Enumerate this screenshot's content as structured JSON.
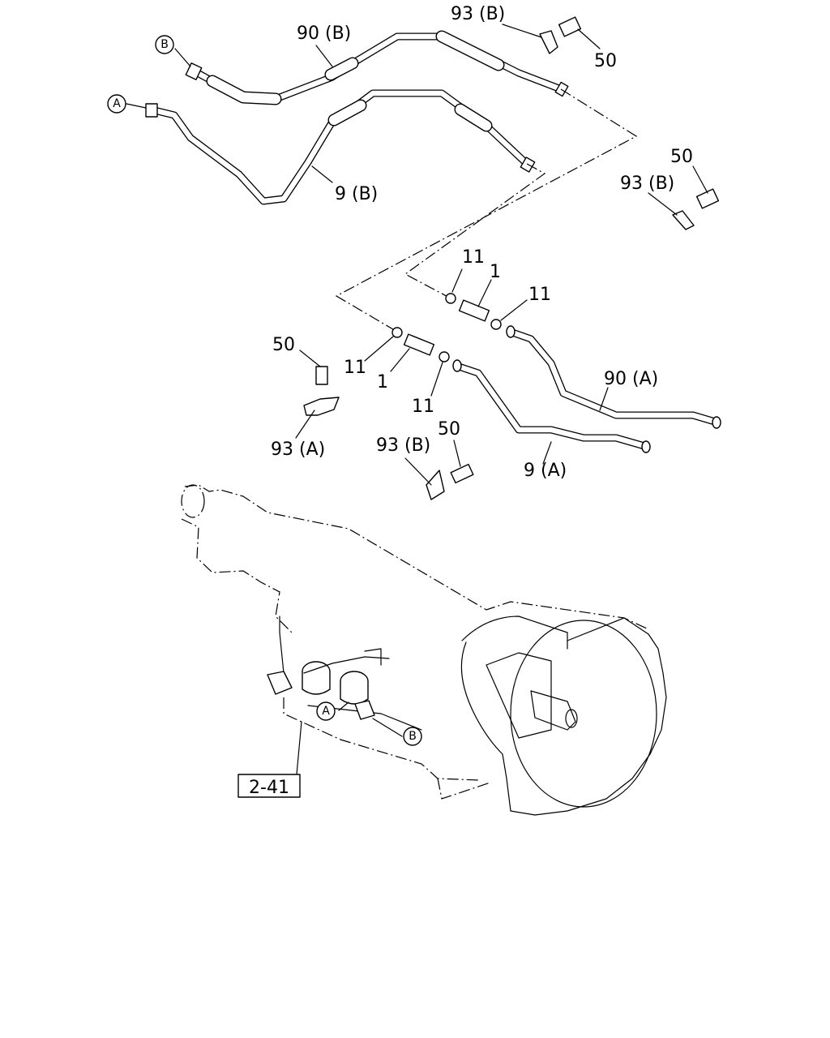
{
  "callouts": {
    "pipe_upper_b": "90 (B)",
    "pipe_upper_a": "9 (B)",
    "clip_top_right": "93 (B)",
    "bolt_top_right": "50",
    "bolt_mid_right": "50",
    "clip_mid_right": "93 (B)",
    "clamp_1": "11",
    "hose_1": "1",
    "clamp_2": "11",
    "clamp_3": "11",
    "hose_2": "1",
    "clamp_4": "11",
    "pipe_lower_b": "90 (A)",
    "pipe_lower_a": "9 (A)",
    "bolt_left": "50",
    "clip_left": "93 (A)",
    "clip_bottom": "93 (B)",
    "bolt_bottom": "50"
  },
  "connection_markers": {
    "a_top": "A",
    "b_top": "B",
    "a_trans": "A",
    "b_trans": "B"
  },
  "reference_box": "2-41"
}
